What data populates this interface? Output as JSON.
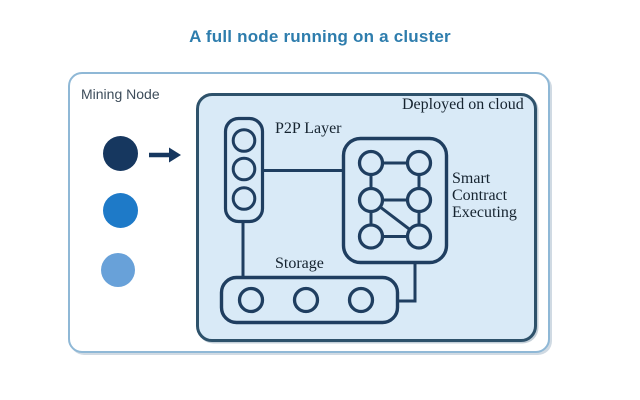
{
  "title": "A full node running on a cluster",
  "mining_panel": {
    "label": "Mining Node",
    "nodes": [
      {
        "id": "mining-node-dark",
        "color": "#16375f"
      },
      {
        "id": "mining-node-medium",
        "color": "#1e7ac8"
      },
      {
        "id": "mining-node-light",
        "color": "#68a1d9"
      }
    ],
    "arrow_icon": "right-arrow-icon"
  },
  "cloud_panel": {
    "label": "Deployed on cloud",
    "components": {
      "p2p": {
        "label": "P2P Layer",
        "circle_count": 3
      },
      "smart_contract": {
        "label": "Smart Contract Executing",
        "node_count": 6,
        "edges": [
          [
            "top-left",
            "top-right"
          ],
          [
            "top-left",
            "mid-left"
          ],
          [
            "top-right",
            "mid-right"
          ],
          [
            "mid-left",
            "mid-right"
          ],
          [
            "mid-left",
            "bottom-left"
          ],
          [
            "mid-right",
            "bottom-right"
          ],
          [
            "mid-left",
            "bottom-right"
          ],
          [
            "bottom-left",
            "bottom-right"
          ]
        ]
      },
      "storage": {
        "label": "Storage",
        "circle_count": 3
      }
    },
    "connections": [
      {
        "from": "p2p",
        "to": "smart_contract"
      },
      {
        "from": "p2p",
        "to": "storage"
      },
      {
        "from": "smart_contract",
        "to": "storage"
      }
    ]
  },
  "colors": {
    "title": "#2e7dad",
    "diagram_stroke": "#1f3e60",
    "cloud_fill": "#d9eaf7",
    "cloud_border": "#2e526b",
    "outer_border": "#8fb8d6",
    "mining_label_text": "#3d4c5a",
    "serif_label_text": "#15232f",
    "node_dark": "#16375f",
    "node_medium": "#1e7ac8",
    "node_light": "#68a1d9"
  }
}
